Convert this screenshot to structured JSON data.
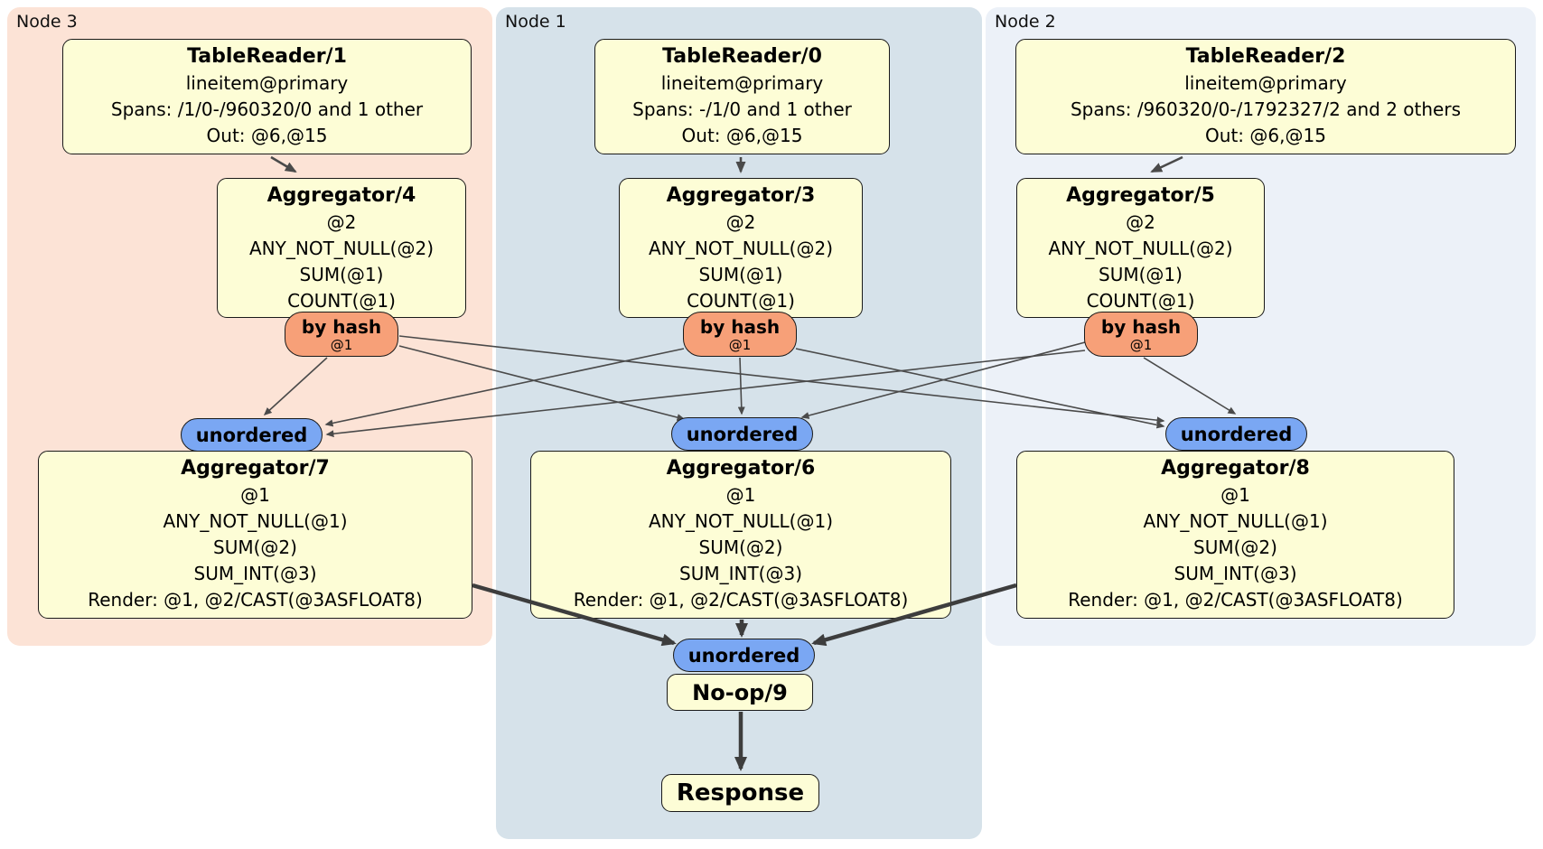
{
  "regions": {
    "node3": {
      "label": "Node 3"
    },
    "node1": {
      "label": "Node 1"
    },
    "node2": {
      "label": "Node 2"
    }
  },
  "processors": {
    "tr1": {
      "title": "TableReader/1",
      "lines": [
        "lineitem@primary",
        "Spans: /1/0-/960320/0 and 1 other",
        "Out: @6,@15"
      ]
    },
    "tr0": {
      "title": "TableReader/0",
      "lines": [
        "lineitem@primary",
        "Spans: -/1/0 and 1 other",
        "Out: @6,@15"
      ]
    },
    "tr2": {
      "title": "TableReader/2",
      "lines": [
        "lineitem@primary",
        "Spans: /960320/0-/1792327/2 and 2 others",
        "Out: @6,@15"
      ]
    },
    "agg4": {
      "title": "Aggregator/4",
      "lines": [
        "@2",
        "ANY_NOT_NULL(@2)",
        "SUM(@1)",
        "COUNT(@1)"
      ]
    },
    "agg3": {
      "title": "Aggregator/3",
      "lines": [
        "@2",
        "ANY_NOT_NULL(@2)",
        "SUM(@1)",
        "COUNT(@1)"
      ]
    },
    "agg5": {
      "title": "Aggregator/5",
      "lines": [
        "@2",
        "ANY_NOT_NULL(@2)",
        "SUM(@1)",
        "COUNT(@1)"
      ]
    },
    "agg7": {
      "title": "Aggregator/7",
      "lines": [
        "@1",
        "ANY_NOT_NULL(@1)",
        "SUM(@2)",
        "SUM_INT(@3)",
        "Render: @1, @2/CAST(@3ASFLOAT8)"
      ]
    },
    "agg6": {
      "title": "Aggregator/6",
      "lines": [
        "@1",
        "ANY_NOT_NULL(@1)",
        "SUM(@2)",
        "SUM_INT(@3)",
        "Render: @1, @2/CAST(@3ASFLOAT8)"
      ]
    },
    "agg8": {
      "title": "Aggregator/8",
      "lines": [
        "@1",
        "ANY_NOT_NULL(@1)",
        "SUM(@2)",
        "SUM_INT(@3)",
        "Render: @1, @2/CAST(@3ASFLOAT8)"
      ]
    },
    "noop": {
      "title": "No-op/9"
    },
    "response": {
      "title": "Response"
    }
  },
  "streams": {
    "by_hash": {
      "label": "by hash",
      "detail": "@1"
    },
    "unordered": {
      "label": "unordered"
    }
  },
  "colors": {
    "node3_bg": "#fce3d6",
    "node1_bg": "#d6e2ea",
    "node2_bg": "#ecf1f8",
    "box_bg": "#fdfdd6",
    "hash_pill_bg": "#f7a078",
    "unordered_pill_bg": "#7aa7f3",
    "edge": "#4a4a4a",
    "edge_thick": "#3d3d3d"
  }
}
